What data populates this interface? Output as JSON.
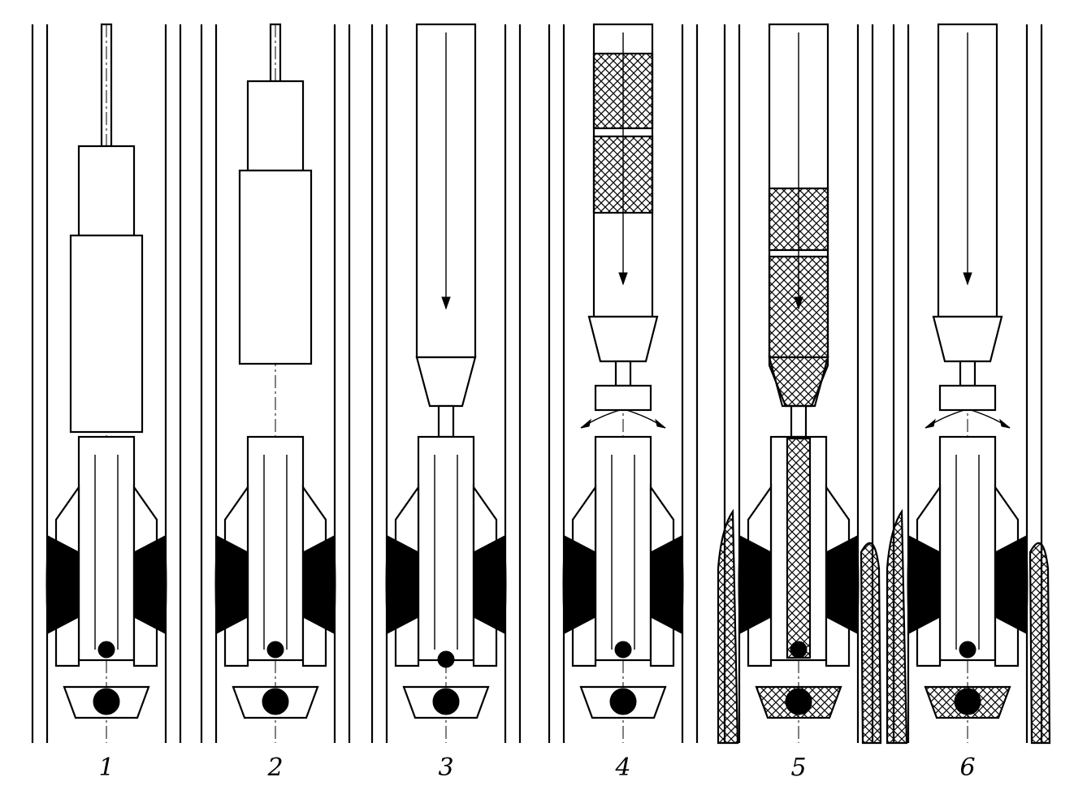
{
  "stages": [
    {
      "label": "1",
      "tool": "wireline",
      "ball": "seated",
      "cement": "none"
    },
    {
      "label": "2",
      "tool": "wireline-released",
      "ball": "seated",
      "cement": "none"
    },
    {
      "label": "3",
      "tool": "stinger",
      "ball": "unseated",
      "cement": "none"
    },
    {
      "label": "4",
      "tool": "stinger-retracted",
      "ball": "seated",
      "cement": "plugs-in-pipe"
    },
    {
      "label": "5",
      "tool": "stinger",
      "ball": "seated",
      "cement": "squeezed"
    },
    {
      "label": "6",
      "tool": "stinger-retracted",
      "ball": "seated",
      "cement": "set"
    }
  ],
  "colors": {
    "ink": "#000000",
    "paper": "#ffffff"
  }
}
